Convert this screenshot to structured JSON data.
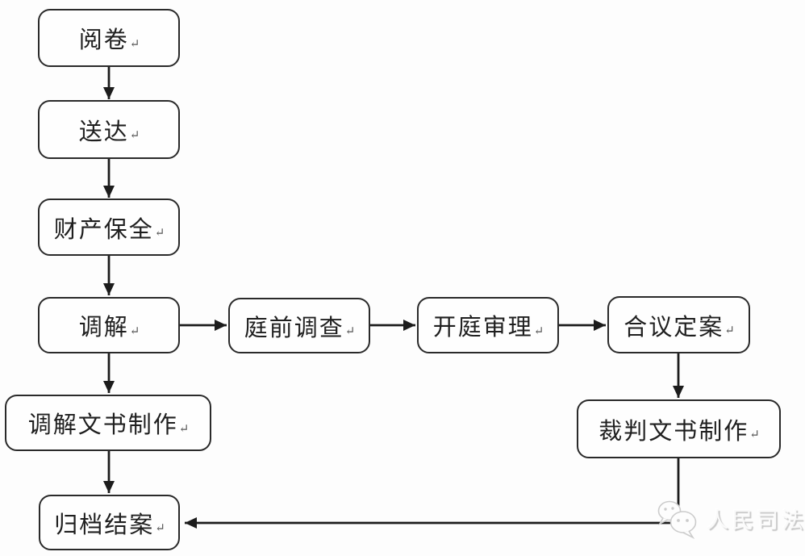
{
  "diagram": {
    "return_mark": "↵",
    "nodes": [
      {
        "id": "yue-juan",
        "label": "阅卷"
      },
      {
        "id": "song-da",
        "label": "送达"
      },
      {
        "id": "cai-chan-bao-quan",
        "label": "财产保全"
      },
      {
        "id": "tiao-jie",
        "label": "调解"
      },
      {
        "id": "ting-qian-diao-cha",
        "label": "庭前调查"
      },
      {
        "id": "kai-ting-shen-li",
        "label": "开庭审理"
      },
      {
        "id": "he-yi-ding-an",
        "label": "合议定案"
      },
      {
        "id": "tiao-jie-wen-shu-zhi-zuo",
        "label": "调解文书制作"
      },
      {
        "id": "cai-pan-wen-shu-zhi-zuo",
        "label": "裁判文书制作"
      },
      {
        "id": "gui-dang-jie-an",
        "label": "归档结案"
      }
    ],
    "edges": [
      {
        "from": "阅卷",
        "to": "送达"
      },
      {
        "from": "送达",
        "to": "财产保全"
      },
      {
        "from": "财产保全",
        "to": "调解"
      },
      {
        "from": "调解",
        "to": "庭前调查"
      },
      {
        "from": "庭前调查",
        "to": "开庭审理"
      },
      {
        "from": "开庭审理",
        "to": "合议定案"
      },
      {
        "from": "调解",
        "to": "调解文书制作"
      },
      {
        "from": "调解文书制作",
        "to": "归档结案"
      },
      {
        "from": "合议定案",
        "to": "裁判文书制作"
      },
      {
        "from": "裁判文书制作",
        "to": "归档结案"
      }
    ]
  },
  "watermark": {
    "label": "人民司法",
    "icon": "wechat-logo"
  },
  "colors": {
    "background": "#fdfdfd",
    "box_border": "#2a2a2a",
    "box_fill": "#fefefe",
    "text": "#1f1f1f",
    "line": "#1c1c1c",
    "watermark_text": "#d2d2d2"
  }
}
